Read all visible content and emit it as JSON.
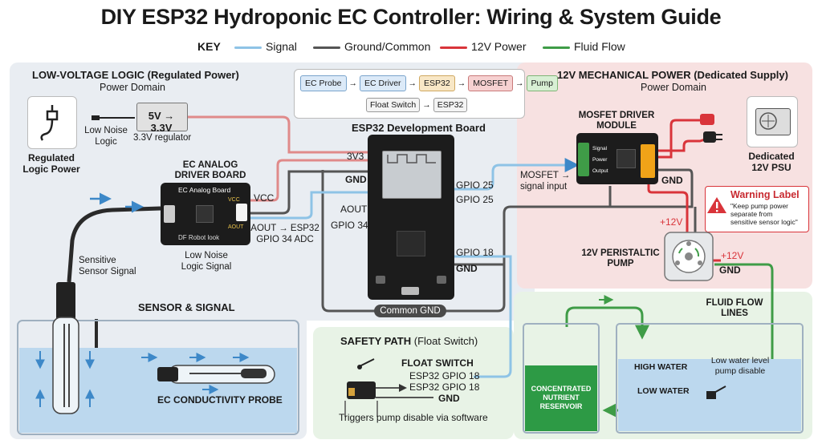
{
  "title": "DIY ESP32 Hydroponic EC Controller: Wiring & System Guide",
  "key": {
    "label": "KEY",
    "items": [
      {
        "label": "Signal",
        "color": "#8ec3e6"
      },
      {
        "label": "Ground/Common",
        "color": "#555555"
      },
      {
        "label": "12V Power",
        "color": "#d9343a"
      },
      {
        "label": "Fluid Flow",
        "color": "#3f9c47"
      }
    ]
  },
  "low_voltage": {
    "title": "LOW-VOLTAGE LOGIC (Regulated Power)",
    "subtitle": "Power Domain",
    "regulated_label": "Regulated\nLogic Power",
    "regulator_text": "5V → 3.3V",
    "regulator_caption": "3.3V regulator",
    "low_noise_logic": "Low Noise\nLogic",
    "ec_board_title": "EC ANALOG\nDRIVER BOARD",
    "ec_board_silk": "EC Analog Board",
    "ec_board_vcc": "VCC",
    "ec_board_aout": "AOUT",
    "ec_board_maker": "DF Robot look",
    "vcc_label": "VCC",
    "aout_label": "AOUT → ESP32\nGPIO 34 ADC",
    "low_noise_signal": "Low Noise\nLogic Signal",
    "sensitive_signal": "Sensitive\nSensor Signal"
  },
  "flow_box": {
    "items": [
      "EC Probe",
      "EC Driver",
      "ESP32",
      "MOSFET",
      "Pump"
    ],
    "float_item": "Float Switch",
    "float_target": "ESP32"
  },
  "esp32": {
    "title": "ESP32 Development Board",
    "pin_3v3": "3V3",
    "pin_gnd_top": "GND",
    "pin_aout": "AOUT",
    "pin_gpio34": "GPIO 34",
    "pin_gpio25_a": "GPIO 25",
    "pin_gpio25_b": "GPIO 25",
    "pin_gpio18": "GPIO 18",
    "pin_gnd_right": "GND",
    "common_gnd": "Common GND"
  },
  "mech": {
    "title": "12V MECHANICAL POWER (Dedicated Supply)",
    "subtitle": "Power Domain",
    "mosfet_title": "MOSFET DRIVER\nMODULE",
    "mosfet_pins": [
      "Signal",
      "Power",
      "Output"
    ],
    "mosfet_gnd": "GND",
    "mosfet_input": "MOSFET →\nsignal input",
    "psu_label": "Dedicated\n12V PSU",
    "warning_title": "Warning Label",
    "warning_text": "\"Keep pump power\nseparate from\nsensitive sensor logic\"",
    "plus12_a": "+12V",
    "plus12_b": "+12V",
    "pump_label": "12V PERISTALTIC\nPUMP",
    "pump_gnd": "GND"
  },
  "sensor": {
    "title": "SENSOR & SIGNAL",
    "probe_label": "EC CONDUCTIVITY PROBE"
  },
  "safety": {
    "title": "SAFETY PATH",
    "title_suffix": "(Float Switch)",
    "float_switch": "FLOAT SWITCH",
    "gpio_a": "ESP32 GPIO 18",
    "gpio_b": "ESP32 GPIO 18",
    "gnd": "GND",
    "note": "Triggers pump disable via software"
  },
  "fluid": {
    "title": "FLUID FLOW\nLINES",
    "reservoir": "CONCENTRATED\nNUTRIENT\nRESERVOIR",
    "high_water": "HIGH WATER",
    "low_water": "LOW WATER",
    "low_note": "Low water level\npump disable"
  }
}
